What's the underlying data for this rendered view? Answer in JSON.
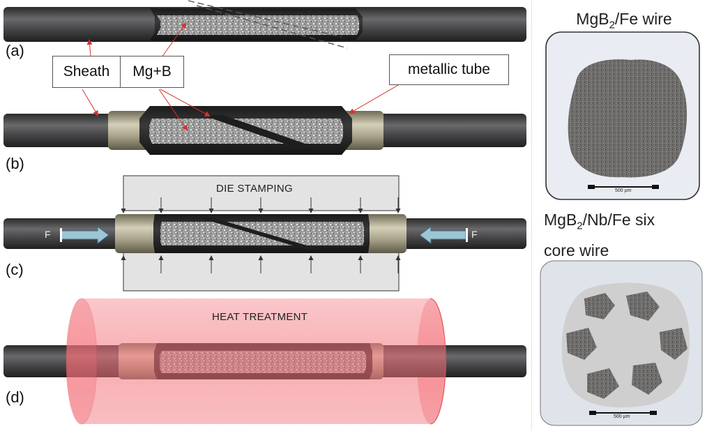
{
  "stages": {
    "a": "(a)",
    "b": "(b)",
    "c": "(c)",
    "d": "(d)"
  },
  "labels": {
    "sheath": "Sheath",
    "mg_b": "Mg+B",
    "metallic_tube": "metallic tube",
    "die_stamping": "DIE STAMPING",
    "heat_treatment": "HEAT TREATMENT",
    "force_left": "F",
    "force_right": "F"
  },
  "micrographs": {
    "top": {
      "title_main": "MgB",
      "title_sub": "2",
      "title_rest": "/Fe wire",
      "scale": "500 µm"
    },
    "bottom": {
      "title_main": "MgB",
      "title_sub": "2",
      "title_rest": "/Nb/Fe six",
      "title_line2": "core wire",
      "scale": "500 µm"
    }
  },
  "colors": {
    "rod": "#4a4a4c",
    "sheath_tube": "#b3ad95",
    "dark_tube": "#2e2e2e",
    "powder": "#9a9a9a",
    "die": "#e2e2e2",
    "heat": "#f26a72",
    "arrow_red": "#d9302c",
    "force_arrow": "#8fb8c8"
  }
}
